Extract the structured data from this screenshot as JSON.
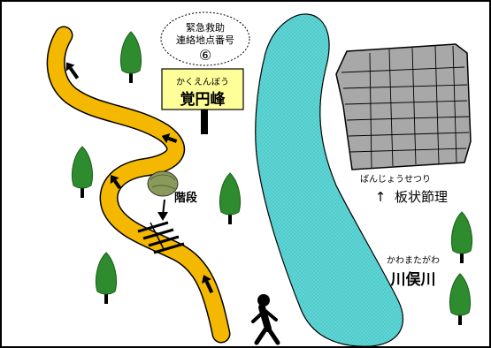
{
  "emergency_sign": {
    "line1": "緊急救助",
    "line2": "連絡地点番号",
    "number": "⑥"
  },
  "peak_sign": {
    "ruby": "かくえんぼう",
    "name": "覚円峰"
  },
  "stairs_label": "階段",
  "rock_formation": {
    "ruby": "ばんじょうせつり",
    "arrow": "↑",
    "name": "板状節理"
  },
  "river": {
    "ruby": "かわまたがわ",
    "name": "川俣川"
  },
  "colors": {
    "trail": "#f5b800",
    "river": "#5ed6d6",
    "sign_yellow": "#ffff99",
    "tree": "#2e8b2e",
    "rock": "#a8a8a8"
  },
  "icons": [
    "walking-person-icon",
    "tree-icon",
    "direction-arrow-icon",
    "stairs-icon",
    "boulder-icon"
  ]
}
